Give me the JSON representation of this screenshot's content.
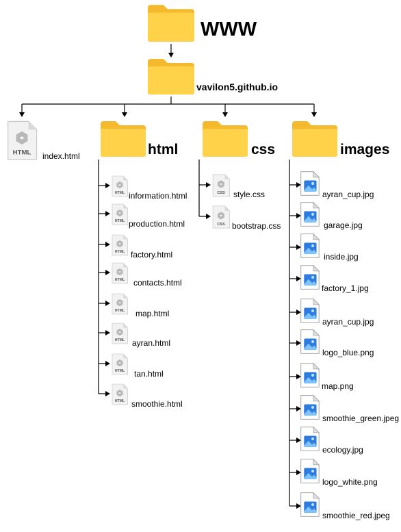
{
  "root": {
    "name": "WWW"
  },
  "site": {
    "name": "vavilon5.github.io"
  },
  "index_file": {
    "name": "index.html",
    "icon": "html-file-icon",
    "badge": "HTML"
  },
  "folders": {
    "html": {
      "name": "html",
      "badge": "HTML",
      "files": [
        "information.html",
        "production.html",
        "factory.html",
        "contacts.html",
        "map.html",
        "ayran.html",
        "tan.html",
        "smoothie.html"
      ]
    },
    "css": {
      "name": "css",
      "badge": "CSS",
      "files": [
        "style.css",
        "bootstrap.css"
      ]
    },
    "images": {
      "name": "images",
      "files": [
        "ayran_cup.jpg",
        "garage.jpg",
        "inside.jpg",
        "factory_1.jpg",
        "ayran_cup.jpg",
        "logo_blue.png",
        "map.png",
        "smoothie_green.jpeg",
        "ecology.jpg",
        "logo_white.png",
        "smoothie_red.jpeg"
      ]
    }
  },
  "icons": {
    "folder": "folder-icon",
    "code_file": "code-file-icon",
    "image_file": "image-file-icon"
  },
  "colors": {
    "folder_front": "#FFD24A",
    "folder_back": "#F5B92E",
    "image_blue": "#2B7BE0",
    "line": "#000000"
  }
}
